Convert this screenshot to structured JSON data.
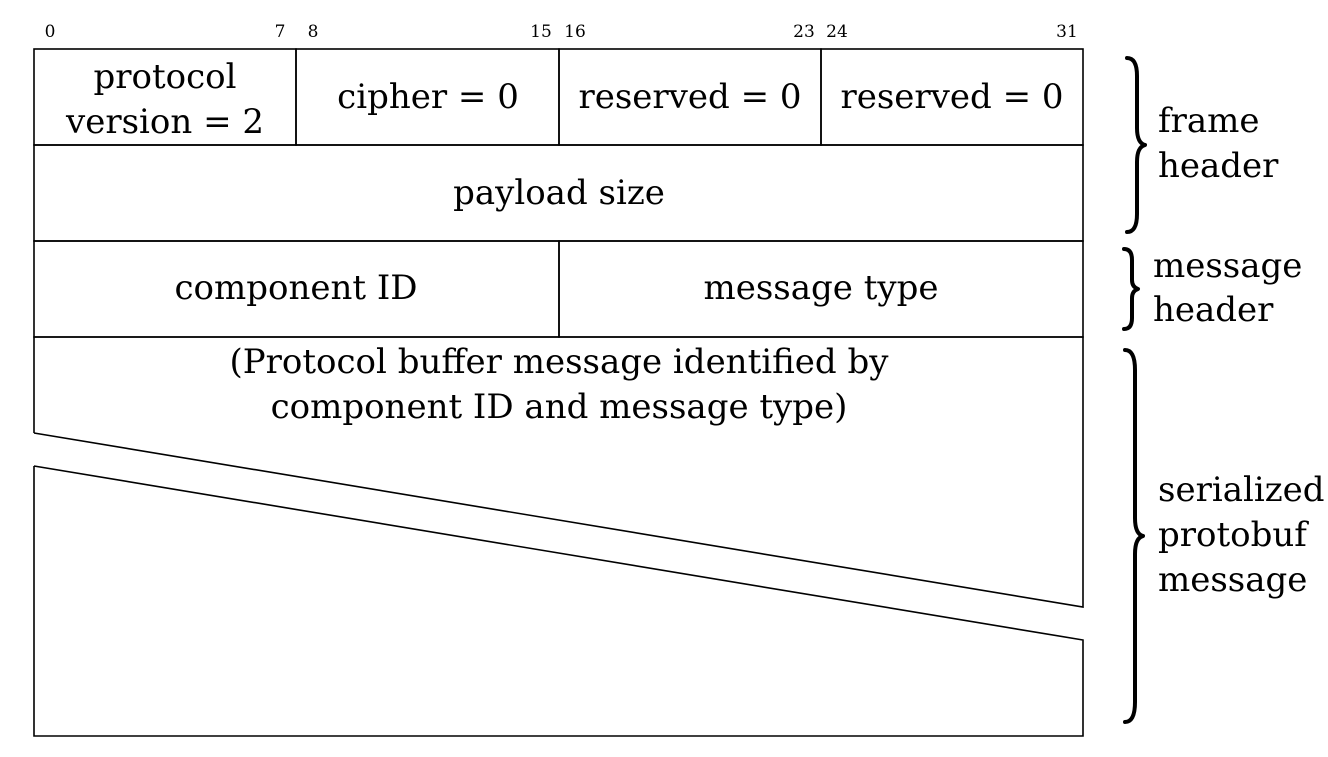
{
  "bit_labels": {
    "b0": "0",
    "b7": "7",
    "b8": "8",
    "b15": "15",
    "b16": "16",
    "b23": "23",
    "b24": "24",
    "b31": "31"
  },
  "fields": {
    "protocol_version": [
      "protocol",
      "version = 2"
    ],
    "cipher": "cipher = 0",
    "reserved_1": "reserved = 0",
    "reserved_2": "reserved = 0",
    "payload_size": "payload size",
    "component_id": "component ID",
    "message_type": "message type",
    "protobuf_message": [
      "(Protocol buffer message identified by",
      "component ID and message type)"
    ]
  },
  "groups": {
    "frame_header": [
      "frame",
      "header"
    ],
    "message_header": [
      "message",
      "header"
    ],
    "serialized_message": [
      "serialized",
      "protobuf",
      "message"
    ]
  }
}
